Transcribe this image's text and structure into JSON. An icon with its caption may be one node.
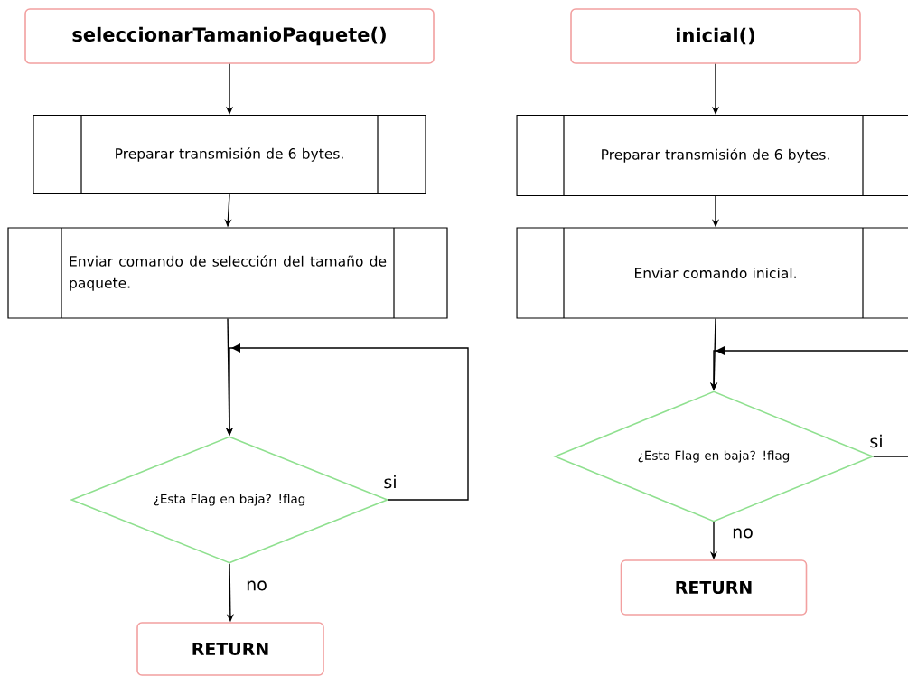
{
  "diagram": {
    "nodes": [
      {
        "text": [
          "seleccionarTamanioPaquete()"
        ]
      },
      {
        "text": [
          "Preparar transmisión de 6 bytes."
        ]
      },
      {
        "text": [
          "Enviar comando de selección del tamaño de paquete."
        ]
      },
      {
        "text": [
          "¿Esta Flag en baja? !flag"
        ]
      },
      {
        "text": [
          "RETURN"
        ]
      },
      {
        "text": [
          "inicial()"
        ]
      },
      {
        "text": [
          "Preparar transmisión de 6 bytes."
        ]
      },
      {
        "text": [
          "Enviar comando inicial."
        ]
      },
      {
        "text": [
          "¿Esta Flag en baja? !flag"
        ]
      },
      {
        "text": [
          "RETURN"
        ]
      }
    ],
    "edges": [
      {
        "from": 0,
        "to": 1,
        "arrow": "to"
      },
      {
        "from": 1,
        "to": 2,
        "arrow": "to"
      },
      {
        "from": 2,
        "to": 3,
        "arrow": "to"
      },
      {
        "from": 3,
        "to": 4,
        "arrow": "to",
        "label": "no"
      },
      {
        "from": 3,
        "to": 3,
        "arrow": "to",
        "label": "si"
      },
      {
        "from": 5,
        "to": 6,
        "arrow": "to"
      },
      {
        "from": 6,
        "to": 7,
        "arrow": "to"
      },
      {
        "from": 7,
        "to": 8,
        "arrow": "to"
      },
      {
        "from": 8,
        "to": 9,
        "arrow": "to",
        "label": "no"
      },
      {
        "from": 8,
        "to": 8,
        "arrow": "to",
        "label": "si"
      }
    ]
  }
}
